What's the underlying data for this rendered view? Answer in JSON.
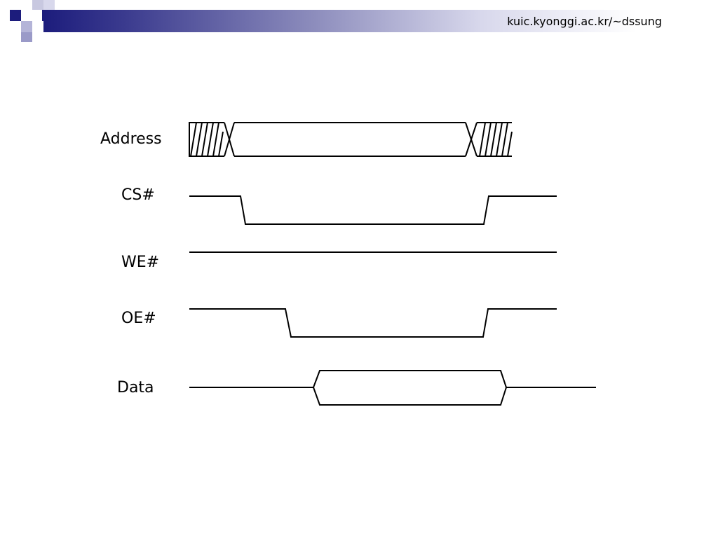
{
  "header": {
    "url": "kuic.kyonggi.ac.kr/~dssung",
    "accent_dark": "#1c1c7c",
    "accent_light": "#9a9ac8"
  },
  "diagram": {
    "signals": [
      {
        "id": "address",
        "label": "Address",
        "kind": "bus"
      },
      {
        "id": "cs",
        "label": "CS#",
        "kind": "digital"
      },
      {
        "id": "we",
        "label": "WE#",
        "kind": "digital"
      },
      {
        "id": "oe",
        "label": "OE#",
        "kind": "digital"
      },
      {
        "id": "data",
        "label": "Data",
        "kind": "bus"
      }
    ]
  }
}
